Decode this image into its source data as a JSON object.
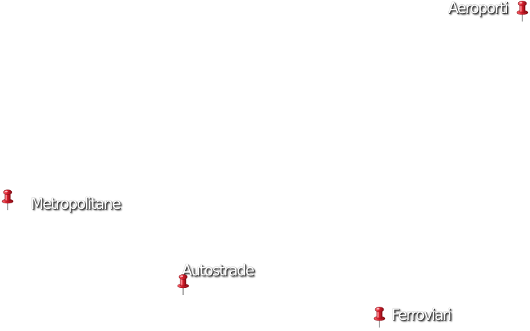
{
  "markers": {
    "aeroporti": {
      "label": "Aeroporti",
      "icon": "pushpin-icon"
    },
    "metropolitane": {
      "label": "Metropolitane",
      "icon": "pushpin-icon"
    },
    "autostrade": {
      "label": "Autostrade",
      "icon": "pushpin-icon"
    },
    "ferroviari": {
      "label": "Ferroviari",
      "icon": "pushpin-icon"
    }
  },
  "colors": {
    "background": "#ffffff",
    "pin_head": "#d0202e",
    "pin_needle": "#9a9a9a",
    "label_text": "#ffffff",
    "label_shadow": "#2a2a2a"
  }
}
